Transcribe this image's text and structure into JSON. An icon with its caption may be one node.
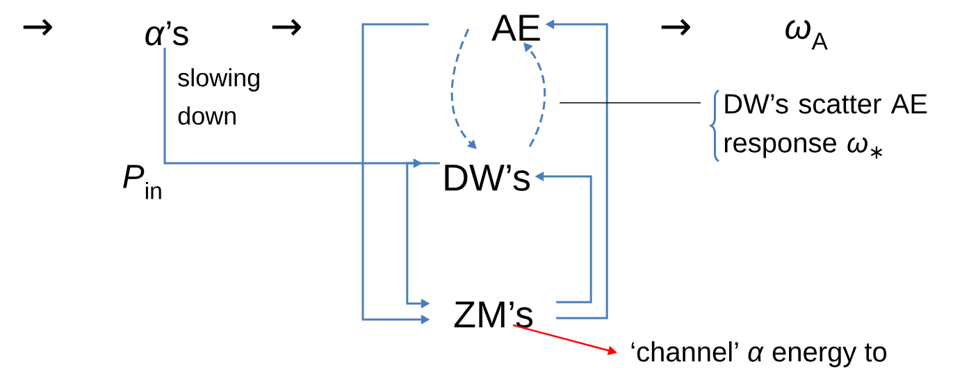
{
  "diagram": {
    "nodes": [
      {
        "text": [
          "*α*’s"
        ]
      },
      {
        "text": [
          "AE"
        ]
      },
      {
        "text": [
          "*ω*$_{A}$"
        ]
      },
      {
        "text": [
          "DW’s"
        ]
      },
      {
        "text": [
          "ZM’s"
        ]
      },
      {
        "text": [
          "DW’s scatter AE response *ω*$_{∗}$"
        ]
      },
      {
        "text": [
          "‘channel’ *α* energy to"
        ]
      }
    ],
    "edges": [
      {
        "from": 0,
        "to": 3,
        "arrow": "to",
        "label": "slowing down"
      },
      {
        "from": 3,
        "to": 4,
        "arrow": "to"
      },
      {
        "from": 1,
        "to": 4,
        "arrow": "to"
      },
      {
        "from": 4,
        "to": 3,
        "arrow": "to"
      },
      {
        "from": 4,
        "to": 1,
        "arrow": "to"
      },
      {
        "from": 1,
        "to": 3,
        "arrow": "to",
        "style": "dashed"
      },
      {
        "from": 3,
        "to": 1,
        "arrow": "to",
        "style": "dashed"
      },
      {
        "from": 5,
        "to": null,
        "arrow": "none",
        "color": "#000000"
      },
      {
        "from": 4,
        "to": 6,
        "arrow": "to",
        "color": "#ff0000"
      }
    ],
    "labels": [
      "→",
      "→",
      "→",
      "*P*$_{in}$"
    ]
  }
}
